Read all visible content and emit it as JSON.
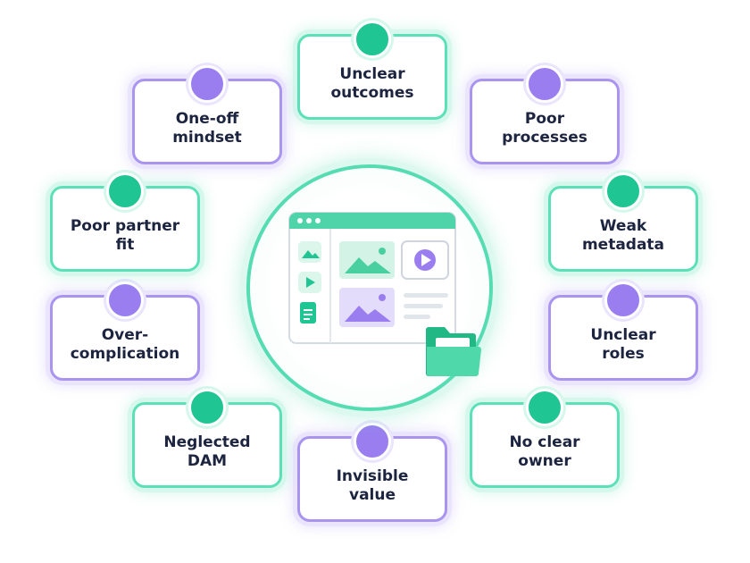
{
  "diagram": {
    "central_icon": "media-library-window-icon",
    "colors": {
      "green": "#1fc593",
      "purple": "#9a7ef0",
      "text": "#1c2440"
    },
    "nodes": [
      {
        "label": "Unclear\noutcomes",
        "color": "green"
      },
      {
        "label": "Poor\nprocesses",
        "color": "purple"
      },
      {
        "label": "Weak\nmetadata",
        "color": "green"
      },
      {
        "label": "Unclear\nroles",
        "color": "purple"
      },
      {
        "label": "No clear\nowner",
        "color": "green"
      },
      {
        "label": "Invisible\nvalue",
        "color": "purple"
      },
      {
        "label": "Neglected\nDAM",
        "color": "green"
      },
      {
        "label": "Over-\ncomplication",
        "color": "purple"
      },
      {
        "label": "Poor partner\nfit",
        "color": "green"
      },
      {
        "label": "One-off\nmindset",
        "color": "purple"
      }
    ]
  }
}
